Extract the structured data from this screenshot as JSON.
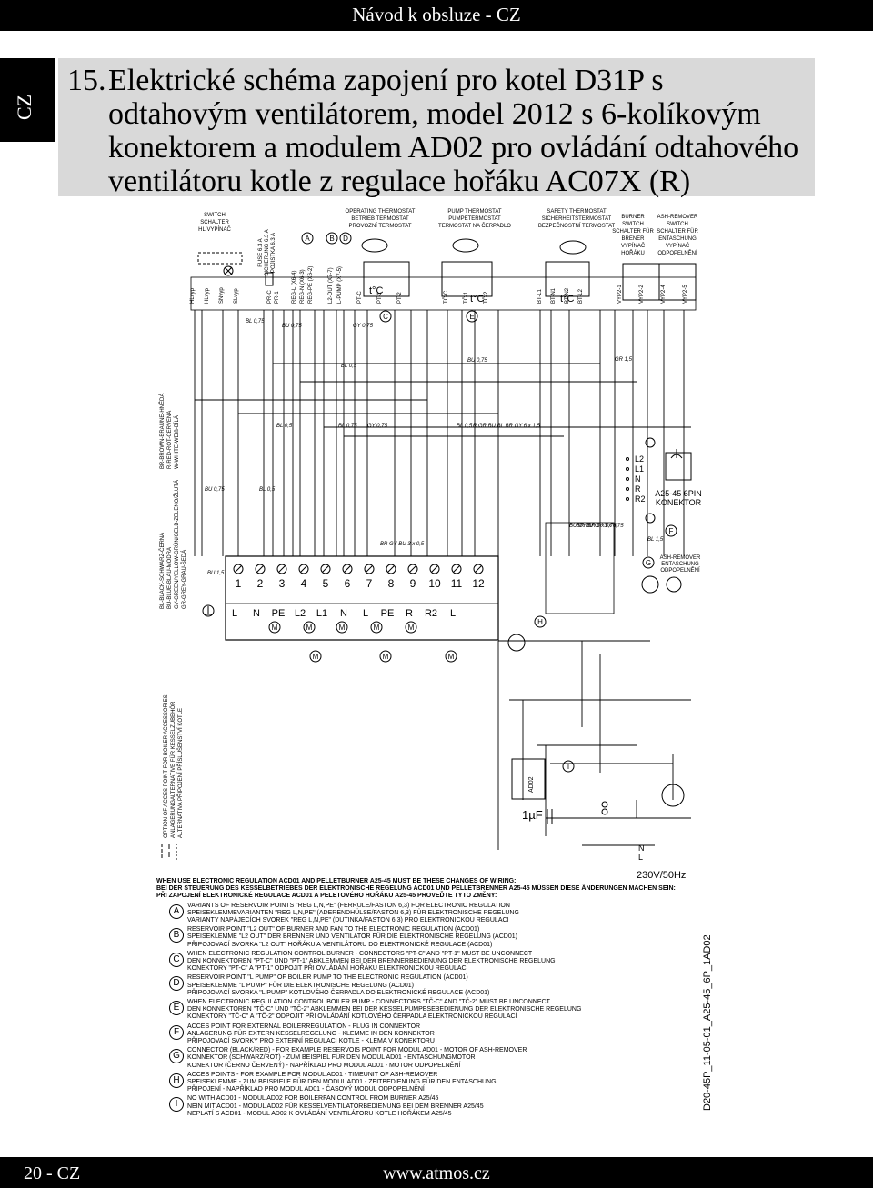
{
  "header": {
    "title": "Návod k obsluze - CZ",
    "lang_tab": "CZ"
  },
  "section": {
    "number": "15.",
    "title": "Elektrické schéma zapojení pro kotel D31P s odtahovým ventilátorem, model 2012 s 6-kolíkovým konektorem a modulem AD02 pro ovládání odtahového ventilátoru kotle z regulace hořáku AC07X (R)"
  },
  "diagram": {
    "labels": {
      "switch": [
        "SWITCH",
        "SCHALTER",
        "HL.VYPÍNAČ"
      ],
      "fuse": [
        "FUSE 6.3 A",
        "SICHERUNG 6.3 A",
        "POJISTKA 6.3 A"
      ],
      "operating": [
        "OPERATING THERMOSTAT",
        "BETRIEB TERMOSTAT",
        "PROVOZNÍ TERMOSTAT"
      ],
      "pump": [
        "PUMP THERMOSTAT",
        "PUMPETERMOSTAT",
        "TERMOSTAT NA ČERPADLO"
      ],
      "safety": [
        "SAFETY THERMOSTAT",
        "SICHERHEITSTERMOSTAT",
        "BEZPEČNOSTNÍ TERMOSTAT"
      ],
      "burner": [
        "BURNER",
        "SWITCH",
        "SCHALTER FÜR",
        "BRENER",
        "VYPÍNAČ",
        "HOŘÁKU"
      ],
      "ash": [
        "ASH-REMOVER",
        "SWITCH",
        "SCHALTER FÜR",
        "ENTASCHUNG",
        "VYPÍNAČ",
        "ODPOPELNĚNÍ"
      ],
      "ash2": [
        "ASH-REMOVER",
        "ENTASCHUNG",
        "ODPOPELNĚNÍ"
      ],
      "conn6": [
        "A25-45 6PIN",
        "KONEKTOR"
      ],
      "colors": [
        "BL-BLACK-SCHWARZ-ČERNÁ",
        "BU-BLUE-BLAU-MODRÁ",
        "GY-GREEN/YELLOW-GRÜN/GELB-ZELENO/ŽLUTÁ",
        "GR-GREY-GRAU-ŠEDÁ"
      ],
      "colors2": [
        "BR-BROWN-BRAUNE-HNĚDÁ",
        "R-RED-ROT-ČERVENÁ",
        "W-WHITE-WEIß-BÍLÁ"
      ],
      "option": [
        "OPTION OF ACCES POINT FOR BOILER ACCESSORIES",
        "ANLAGERUNGALTERNATIVE FÜR KESSELZUBEHÖR",
        "ALTERNATIVA PŘIPOJENÍ PŘÍSLUŠENSTVÍ KOTLE"
      ],
      "supply": "230V/50Hz",
      "capacitor": "1µF",
      "module": "AD02",
      "terminals_top": [
        "1",
        "2",
        "3",
        "4",
        "5",
        "6",
        "7",
        "8",
        "9",
        "10",
        "11",
        "12"
      ],
      "terminals_bottom": [
        "L",
        "N",
        "PE",
        "L2",
        "L1",
        "N",
        "L",
        "PE",
        "R",
        "R2",
        "L"
      ],
      "connector_pins": [
        "L2",
        "L1",
        "N",
        "R",
        "R2"
      ],
      "switch_parts": [
        "HLvyp",
        "HLvyp",
        "SNvyp",
        "SLvyp"
      ],
      "fuse_parts": [
        "PR-C",
        "PR-1"
      ],
      "reg_parts": [
        "REG-L (X6-4)",
        "REG-N (X6-3)",
        "REG-PE (X6-2)"
      ],
      "out_parts": [
        "L2-OUT (X7-7)",
        "L-PUMP (X7-5)"
      ],
      "pt_parts": [
        "PT-C",
        "PT-1",
        "PT-2"
      ],
      "tc_parts": [
        "TČ-C",
        "TČ-1",
        "TČ-2"
      ],
      "bt_parts": [
        "BT-L1",
        "BT-N1",
        "BT-N2",
        "BT-L2"
      ],
      "vyp_parts": [
        "VYP2-1",
        "VYP2-2",
        "VYP2-4",
        "VYP2-5"
      ],
      "wire_tags": [
        "BL 0,75",
        "BU 0,75",
        "GY 0,75",
        "BU 0,75",
        "BL 0,5",
        "BU 0,75",
        "BL 0,5",
        "BL 0,5",
        "BL 0,75",
        "GY 0,75",
        "BL 0,5",
        "R GR BU BL BR GY 6 x 1,5",
        "BR GY BU 3 x 0,5",
        "BU GY BR 3 x 0,75",
        "BR BU GY 3 x 0,75",
        "BU 1,5",
        "BL 1,5",
        "GR 1,5"
      ],
      "markers": [
        "A",
        "B",
        "C",
        "D",
        "E",
        "F",
        "G",
        "H",
        "I"
      ],
      "tc": "t°C"
    }
  },
  "notes": {
    "warning": [
      "WHEN USE ELECTRONIC REGULATION ACD01 AND PELLETBURNER A25-45 MUST BE THESE CHANGES OF WIRING:",
      "BEI DER STEUERUNG DES KESSELBETRIEBES DER ELEKTRONISCHE REGELUNG ACD01 UND PELLETBRENNER A25-45 MÜSSEN DIESE ÄNDERUNGEN MACHEN SEIN:",
      "PŘI ZAPOJENÍ ELEKTRONICKÉ REGULACE ACD01 A PELETOVÉHO HOŘÁKU A25-45 PROVEĎTE TYTO ZMĚNY:"
    ],
    "items": [
      {
        "mark": "A",
        "lines": [
          "VARIANTS OF RESERVOIR POINTS \"REG L,N,PE\" (FERRULE/FASTON 6,3) FOR ELECTRONIC REGULATION",
          "SPEISEKLEMMEVARIANTEN \"REG L,N,PE\" (ADERENDHÜLSE/FASTON 6,3) FÜR ELEKTRONISCHE REGELUNG",
          "VARIANTY NAPÁJECÍCH SVOREK \"REG L,N,PE\" (DUTINKA/FASTON 6,3) PRO ELEKTRONICKOU REGULACI"
        ]
      },
      {
        "mark": "B",
        "lines": [
          "RESERVOIR POINT \"L2 OUT\" OF BURNER AND FAN TO THE ELECTRONIC REGULATION (ACD01)",
          "SPEISEKLEMME \"L2 OUT\" DER BRENNER UND VENTILATOR FÜR DIE ELEKTRONISCHE REGELUNG (ACD01)",
          "PŘIPOJOVACÍ SVORKA \"L2 OUT\" HOŘÁKU A VENTILÁTORU DO ELEKTRONICKÉ REGULACE (ACD01)"
        ]
      },
      {
        "mark": "C",
        "lines": [
          "WHEN ELECTRONIC REGULATION CONTROL BURNER - CONNECTORS \"PT-C\" AND \"PT-1\" MUST BE UNCONNECT",
          "DEN KONNEKTOREN \"PT-C\" UND \"PT-1\" ABKLEMMEN BEI DER BRENNERBEDIENUNG DER ELEKTRONISCHE REGELUNG",
          "KONEKTORY \"PT-C\" A \"PT-1\" ODPOJIT PŘI OVLÁDÁNÍ HOŘÁKU ELEKTRONICKOU REGULACÍ"
        ]
      },
      {
        "mark": "D",
        "lines": [
          "RESERVOIR POINT \"L PUMP\" OF BOILER PUMP TO THE ELECTRONIC REGULATION (ACD01)",
          "SPEISEKLEMME \"L PUMP\" FÜR DIE ELEKTRONISCHE REGELUNG (ACD01)",
          "PŘIPOJOVACÍ SVORKA \"L PUMP\" KOTLOVÉHO ČERPADLA DO ELEKTRONICKÉ REGULACE (ACD01)"
        ]
      },
      {
        "mark": "E",
        "lines": [
          "WHEN ELECTRONIC REGULATION CONTROL BOILER PUMP - CONNECTORS \"TČ-C\" AND \"TČ-2\" MUST BE UNCONNECT",
          "DEN KONNEKTOREN \"TČ-C\" UND \"TČ-2\" ABKLEMMEN BEI DER KESSELPUMPESEBEDIENUNG DER ELEKTRONISCHE REGELUNG",
          "KONEKTORY \"TČ-C\" A \"TČ-2\" ODPOJIT PŘI OVLÁDÁNÍ KOTLOVÉHO ČERPADLA ELEKTRONICKOU REGULACÍ"
        ]
      },
      {
        "mark": "F",
        "lines": [
          "ACCES POINT FOR EXTERNAL BOILERREGULATION - PLUG IN CONNEKTOR",
          "ANLAGERUNG FÜR EXTERN KESSELREGELUNG - KLEMME IN DEN KONNEKTOR",
          "PŘIPOJOVACÍ SVORKY PRO EXTERNÍ REGULACI KOTLE - KLEMA V KONEKTORU"
        ]
      },
      {
        "mark": "G",
        "lines": [
          "CONNECTOR (BLACK/RED) - FOR EXAMPLE RESERVOIS POINT FOR MODUL AD01 - MOTOR OF ASH-REMOVER",
          "KONNEKTOR (SCHWARZ/ROT) - ZUM BEISPIEL FÜR DEN MODUL AD01 - ENTASCHUNGMOTOR",
          "KONEKTOR (ČERNO ČERVENÝ) - NAPŘÍKLAD PRO MODUL AD01 - MOTOR ODPOPELNĚNÍ"
        ]
      },
      {
        "mark": "H",
        "lines": [
          "ACCES POINTS - FOR EXAMPLE FOR MODUL AD01 - TIMEUNIT OF ASH-REMOVER",
          "SPEISEKLEMME - ZUM BEISPIELE FÜR DEN MODUL AD01 - ZEITBEDIENUNG FÜR DEN ENTASCHUNG",
          "PŘIPOJENÍ - NAPŘÍKLAD PRO MODUL AD01 - ČASOVÝ MODUL ODPOPELNĚNÍ"
        ]
      },
      {
        "mark": "I",
        "lines": [
          "NO WITH ACD01 - MODUL AD02 FOR BOILERFAN CONTROL FROM BURNER A25/45",
          "NEIN MIT ACD01 - MODUL AD02 FÜR KESSELVENTILATORBEDIENUNG BEI DEM BRENNER A25/45",
          "NEPLATÍ S ACD01 - MODUL AD02 K OVLÁDÁNÍ VENTILÁTORU KOTLE HOŘÁKEM A25/45"
        ]
      }
    ]
  },
  "doc_id": "D20-45P_11-05-01_A25-45_6P_1AD02",
  "footer": {
    "page": "20 - CZ",
    "url": "www.atmos.cz"
  }
}
